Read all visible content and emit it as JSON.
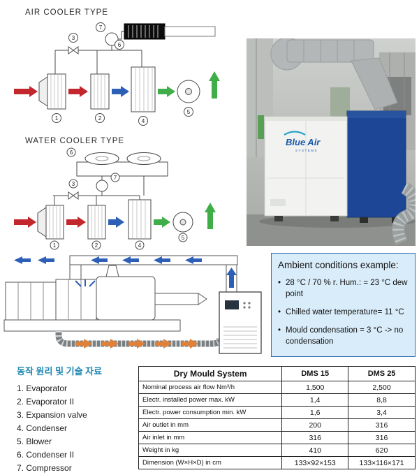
{
  "diagrams": {
    "air_title": "AIR COOLER TYPE",
    "water_title": "WATER  COOLER TYPE",
    "numbers": [
      "1",
      "2",
      "3",
      "4",
      "5",
      "6",
      "7"
    ]
  },
  "photo": {
    "brand": "Blue Air",
    "brand_sub": "SYSTEMS"
  },
  "ambient": {
    "title": "Ambient conditions example:",
    "bullets": [
      "28 °C / 70 % r. Hum.: = 23 °C dew point",
      "Chilled water temperature= 11 °C",
      "Mould condensation = 3 °C -> no condensation"
    ]
  },
  "legend": {
    "title": "동작 원리 및 기술 자료",
    "items": [
      "1. Evaporator",
      "2. Evaporator II",
      "3. Expansion valve",
      "4. Condenser",
      "5. Blower",
      "6. Condenser II",
      "7. Compressor"
    ]
  },
  "table": {
    "headers": [
      "Dry Mould System",
      "DMS 15",
      "DMS 25"
    ],
    "rows": [
      [
        "Nominal process air flow Nm³/h",
        "1,500",
        "2,500"
      ],
      [
        "Electr. installed power max. kW",
        "1,4",
        "8,8"
      ],
      [
        "Electr. power consumption min. kW",
        "1,6",
        "3,4"
      ],
      [
        "Air outlet in mm",
        "200",
        "316"
      ],
      [
        "Air inlet in mm",
        "316",
        "316"
      ],
      [
        "Weight in kg",
        "410",
        "620"
      ],
      [
        "Dimension (W×H×D) in cm",
        "133×92×153",
        "133×116×171"
      ]
    ]
  },
  "colors": {
    "red_arrow": "#c1272d",
    "blue_arrow": "#2e5fb7",
    "green_arrow": "#3fae49",
    "orange_arrow": "#e0813a",
    "brand_blue": "#1d4796",
    "ambient_bg": "#d9ecf9"
  }
}
